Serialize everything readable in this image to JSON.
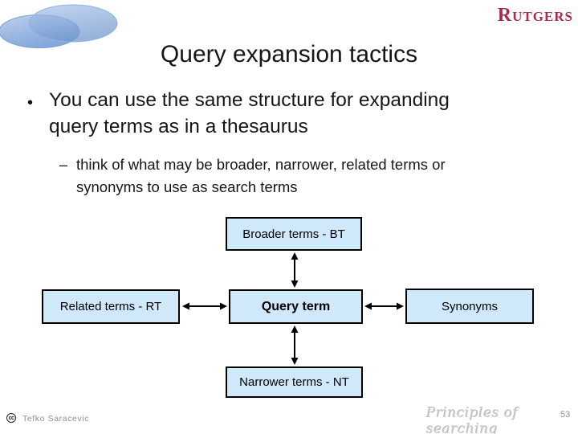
{
  "slide": {
    "brand": "RUTGERS",
    "title": "Query expansion tactics",
    "bullets": [
      {
        "marker": "•",
        "lines": [
          "You can use the same structure for expanding",
          "query terms as in a thesaurus"
        ]
      },
      {
        "marker": "–",
        "lines": [
          "think of what may be broader, narrower, related terms or",
          "synonyms to use as search terms"
        ]
      }
    ]
  },
  "diagram": {
    "boxes": {
      "broader": "Broader terms - BT",
      "related": "Related terms - RT",
      "query": "Query term",
      "synonyms": "Synonyms",
      "narrower": "Narrower terms - NT"
    }
  },
  "footer": {
    "license_icon": "cc",
    "author": "Tefko Saracevic",
    "watermark": "Principles of searching",
    "page_number": "53"
  },
  "colors": {
    "brand_red": "#ab2b4d",
    "box_fill": "#cfe8fa",
    "box_border": "#000000",
    "logo_blue_light": "#a9c3e8",
    "logo_blue_dark": "#6f96cc"
  }
}
